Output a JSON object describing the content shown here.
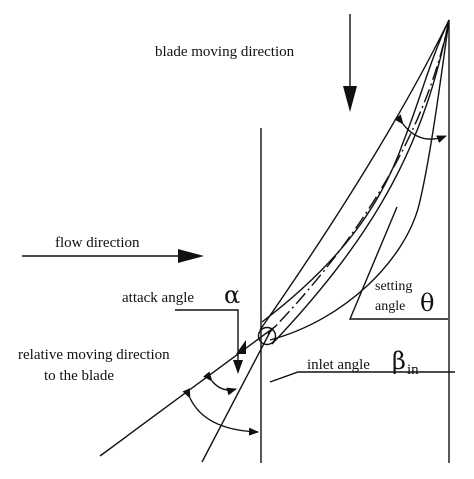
{
  "labels": {
    "blade_moving_direction": "blade moving direction",
    "flow_direction": "flow direction",
    "attack_angle": "attack angle",
    "attack_angle_symbol": "α",
    "relative_direction_line1": "relative moving direction",
    "relative_direction_line2": "to the blade",
    "inlet_angle": "inlet angle",
    "inlet_angle_symbol": "β",
    "inlet_angle_subscript": "in",
    "setting_line1": "setting",
    "setting_line2": "angle",
    "setting_angle_symbol": "θ"
  },
  "colors": {
    "ink": "#111111",
    "background": "#ffffff"
  }
}
